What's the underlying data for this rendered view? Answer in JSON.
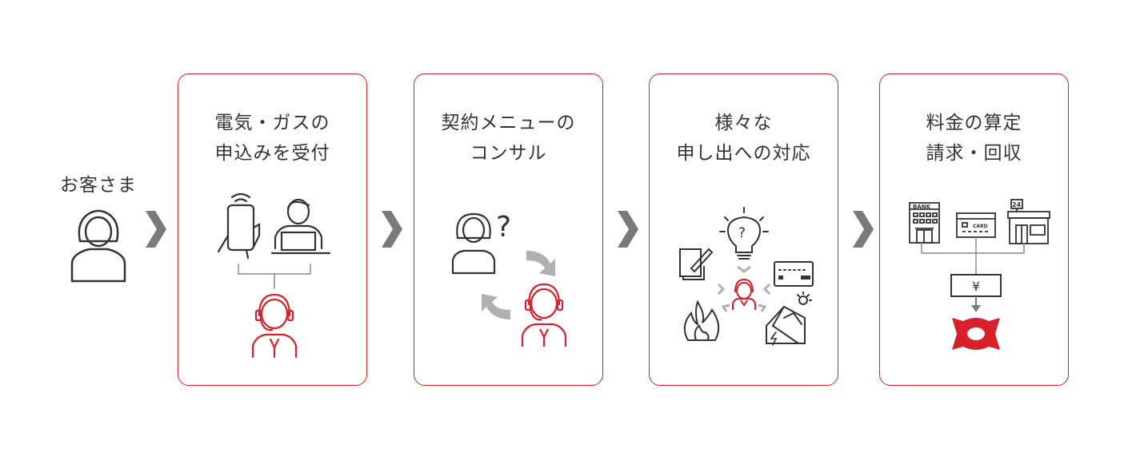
{
  "customer": {
    "label": "お客さま"
  },
  "steps": [
    {
      "title_line1": "電気・ガスの",
      "title_line2": "申込みを受付"
    },
    {
      "title_line1": "契約メニューの",
      "title_line2": "コンサル"
    },
    {
      "title_line1": "様々な",
      "title_line2": "申し出への対応"
    },
    {
      "title_line1": "料金の算定",
      "title_line2": "請求・回収"
    }
  ],
  "icons": {
    "bank_label": "BANK",
    "card_label": "CARD",
    "store_label": "24",
    "yen_label": "¥",
    "question_mark": "?"
  },
  "colors": {
    "accent": "#d7202a",
    "text": "#333333",
    "arrow": "#7a7a7a",
    "light_arrow": "#b0b0b0"
  }
}
